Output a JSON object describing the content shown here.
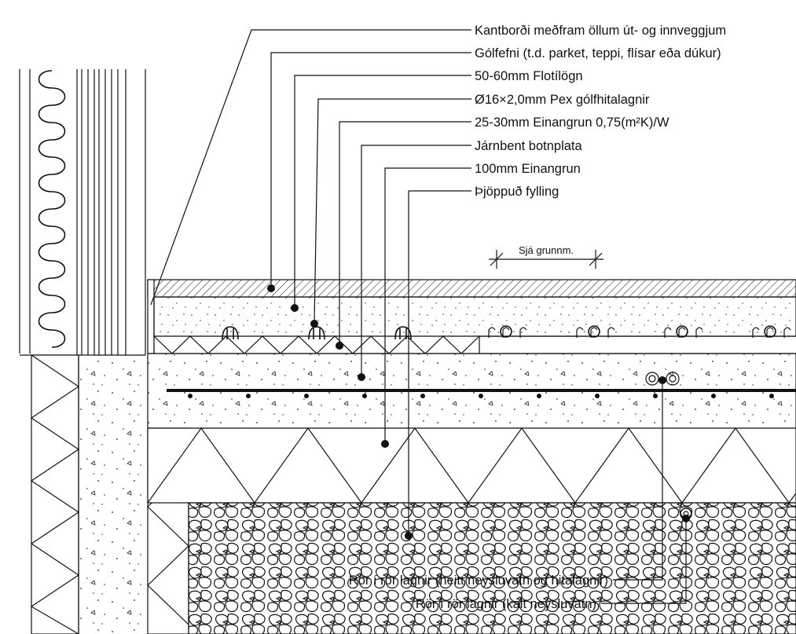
{
  "labels": {
    "edge_strip": "Kantborði meðfram öllum út- og innveggjum",
    "floor_covering": "Gólfefni (t.d. parket, teppi, flísar eða dúkur)",
    "screed": "50-60mm Flotílögn",
    "pex_pipes": "Ø16×2,0mm Pex gólfhitalagnir",
    "thin_insulation": "25-30mm Einangrun 0,75(m²K)/W",
    "slab": "Járnbent botnplata",
    "insulation_100": "100mm Einangrun",
    "compacted_fill": "Þjöppuð fylling",
    "see_plan": "Sjá grunnm.",
    "pipe_hot": "Rör í rör lagnir (heitt neysluvatn og hitalagnir)",
    "pipe_cold": "Rör í rör lagnir (kalt neysluvatn)"
  },
  "colors": {
    "ink": "#111111",
    "paper": "#ffffff"
  }
}
